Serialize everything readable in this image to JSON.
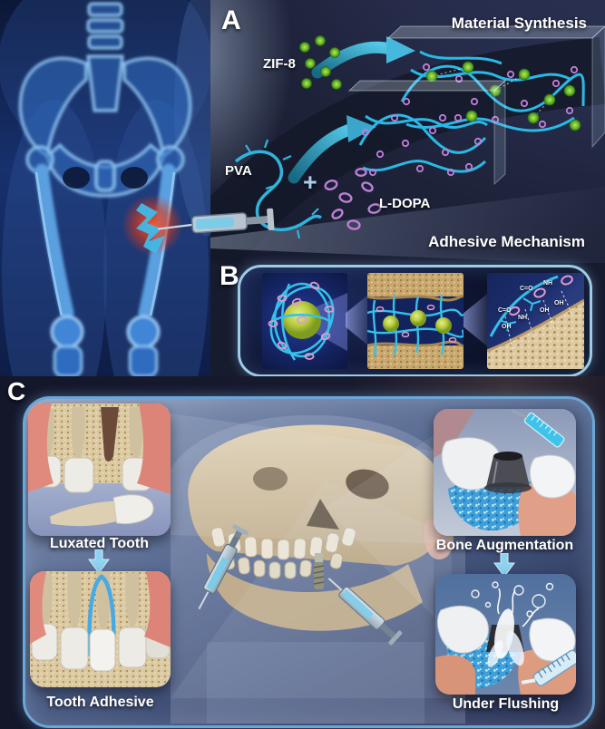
{
  "panels": {
    "a": {
      "label": "A",
      "title": "Material Synthesis",
      "zif8": "ZIF-8",
      "pva": "PVA",
      "plus": "+",
      "ldopa": "L-DOPA"
    },
    "b": {
      "label": "B",
      "title": "Adhesive Mechanism",
      "bond_labels": [
        "C=O",
        "NH",
        "C=O",
        "NH",
        "OH",
        "OH",
        "OH"
      ]
    },
    "c": {
      "label": "C",
      "insets": {
        "luxated": {
          "caption": "Luxated Tooth"
        },
        "adhesive": {
          "caption": "Tooth Adhesive"
        },
        "augmentation": {
          "caption": "Bone Augmentation"
        },
        "flushing": {
          "caption": "Under Flushing"
        }
      }
    }
  },
  "colors": {
    "polymer_cyan": "#2ab9e6",
    "ldopa_purple": "#bd7fd6",
    "zif8_green": "#63bc2e",
    "xray_bone_blue": "#8cc6f4",
    "fracture_red": "#e8482a",
    "panel_border_blue": "#8fc3e4",
    "adhesive_blue": "#3fa9e8"
  }
}
